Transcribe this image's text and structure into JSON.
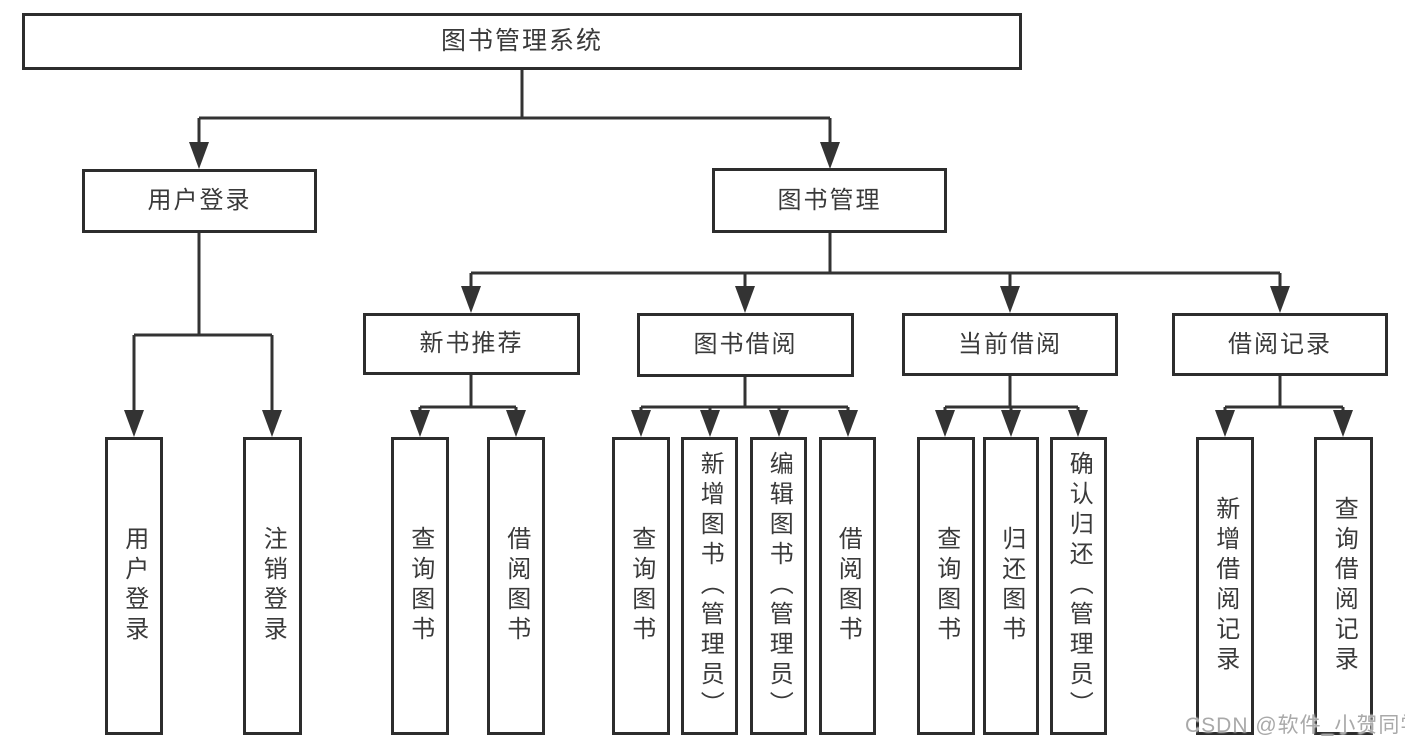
{
  "page": {
    "watermark": "CSDN @软件_小贺同学"
  },
  "colors": {
    "line": "#333333",
    "border": "#2d2d2d",
    "text": "#3a3a3a",
    "watermark": "#a9a9a9",
    "background": "#ffffff"
  },
  "tree": {
    "label": "图书管理系统",
    "children": [
      {
        "label": "用户登录",
        "children": [
          {
            "label": "用户登录"
          },
          {
            "label": "注销登录"
          }
        ]
      },
      {
        "label": "图书管理",
        "children": [
          {
            "label": "新书推荐",
            "children": [
              {
                "label": "查询图书"
              },
              {
                "label": "借阅图书"
              }
            ]
          },
          {
            "label": "图书借阅",
            "children": [
              {
                "label": "查询图书"
              },
              {
                "label": "新增图书（管理员）"
              },
              {
                "label": "编辑图书（管理员）"
              },
              {
                "label": "借阅图书"
              }
            ]
          },
          {
            "label": "当前借阅",
            "children": [
              {
                "label": "查询图书"
              },
              {
                "label": "归还图书"
              },
              {
                "label": "确认归还（管理员）"
              }
            ]
          },
          {
            "label": "借阅记录",
            "children": [
              {
                "label": "新增借阅记录"
              },
              {
                "label": "查询借阅记录"
              }
            ]
          }
        ]
      }
    ]
  }
}
